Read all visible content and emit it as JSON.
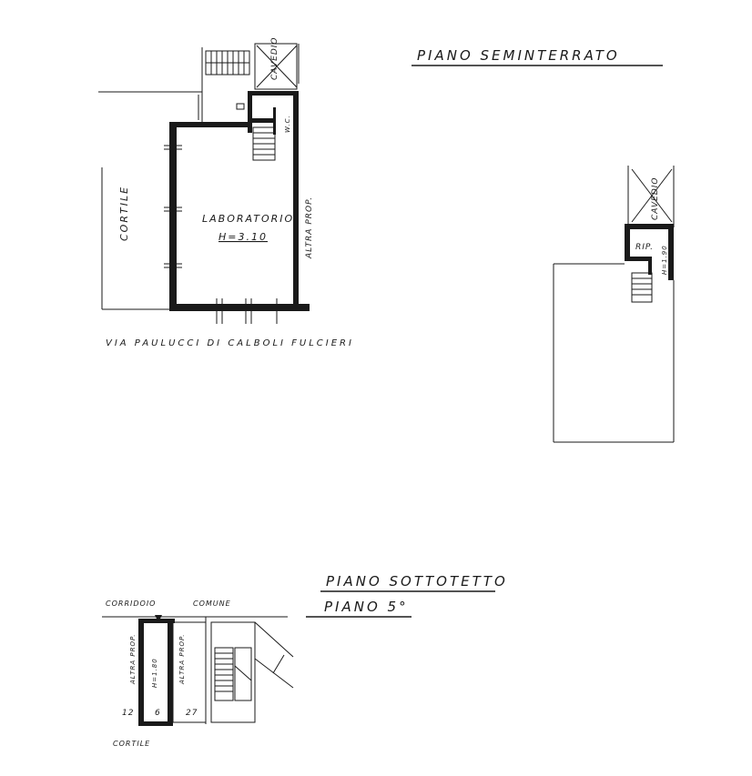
{
  "plans": {
    "seminterrato": {
      "title": "PIANO SEMINTERRATO",
      "room_name": "LABORATORIO",
      "room_height": "H=3.10",
      "courtyard": "CORTILE",
      "neighbor": "ALTRA PROP.",
      "shaft": "CAVEDIO",
      "wc": "W.C.",
      "street": "VIA PAULUCCI DI CALBOLI FULCIERI"
    },
    "annex": {
      "shaft": "CAVEDIO",
      "storage": "RIP.",
      "height": "H=1.90"
    },
    "sottotetto": {
      "title": "PIANO SOTTOTETTO",
      "floor": "PIANO 5°",
      "corridor": "CORRIDOIO",
      "common": "COMUNE",
      "neighbor_left": "ALTRA PROP.",
      "neighbor_right": "ALTRA PROP.",
      "height": "H=1.80",
      "courtyard": "CORTILE",
      "num_12": "12",
      "num_6": "6",
      "num_27": "27"
    }
  }
}
